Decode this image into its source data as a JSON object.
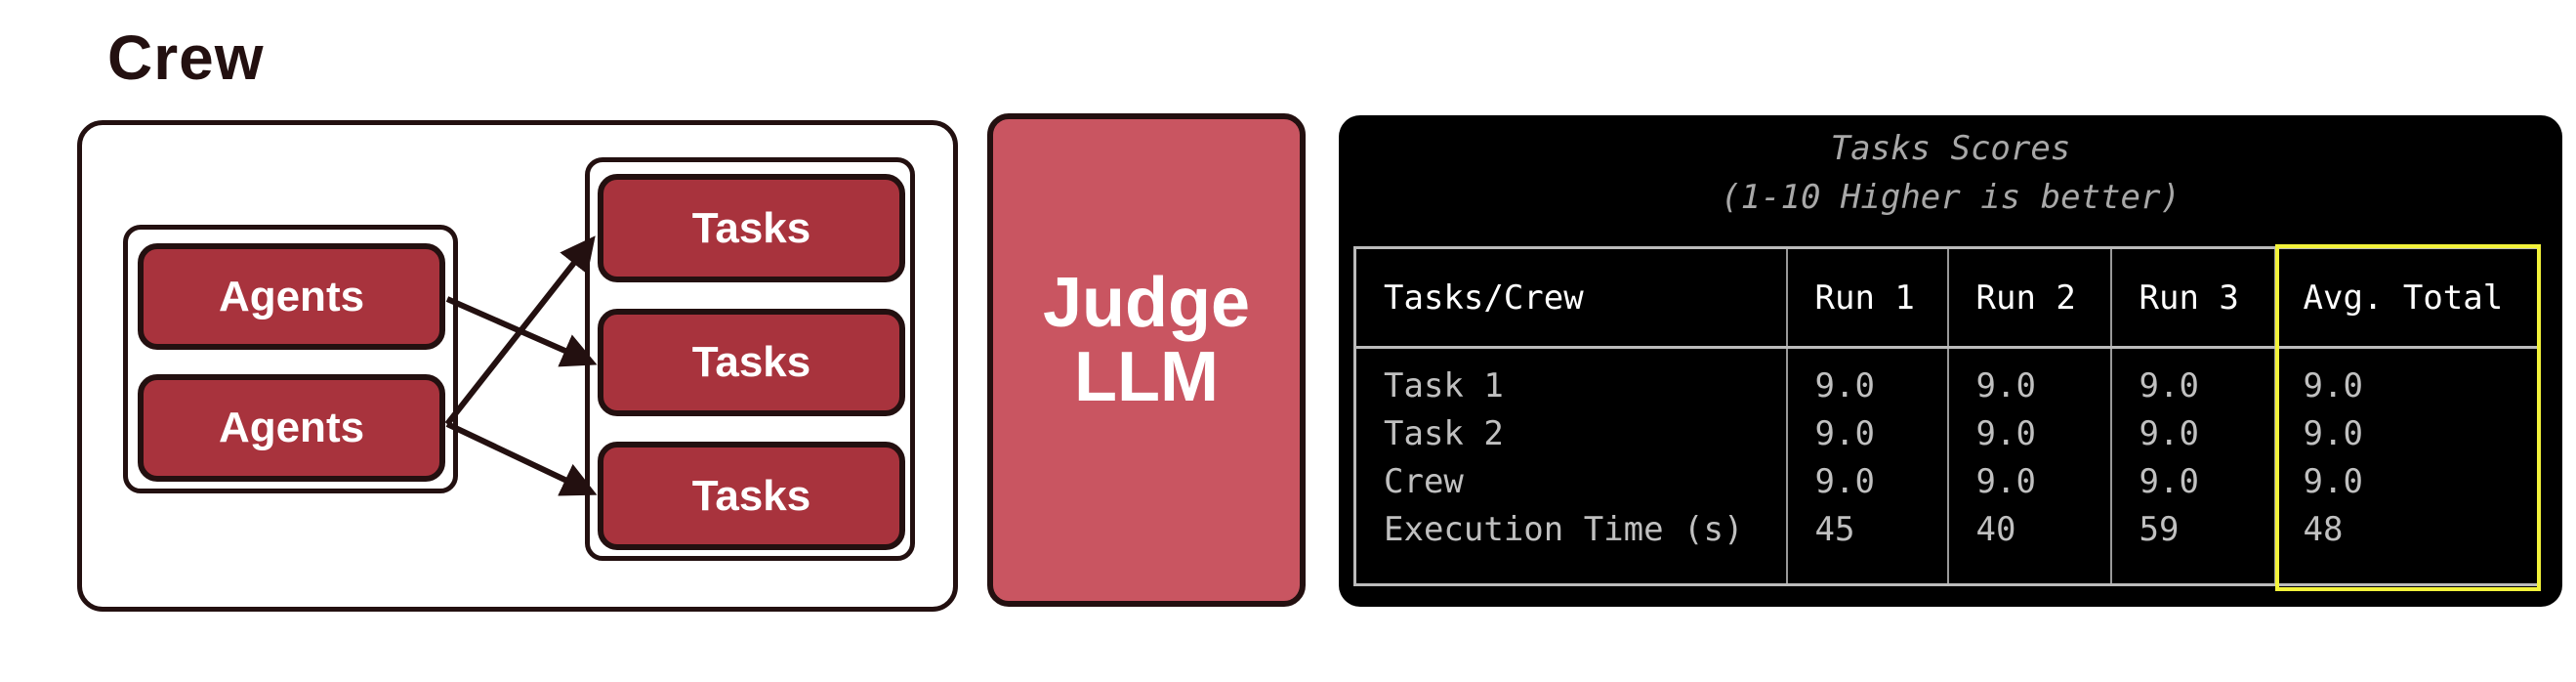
{
  "title": "Crew",
  "crew": {
    "agents": [
      "Agents",
      "Agents"
    ],
    "tasks": [
      "Tasks",
      "Tasks",
      "Tasks"
    ]
  },
  "judge": {
    "line1": "Judge",
    "line2": "LLM"
  },
  "scores": {
    "title": "Tasks Scores",
    "subtitle": "(1-10 Higher is better)",
    "headers": [
      "Tasks/Crew",
      "Run 1",
      "Run 2",
      "Run 3",
      "Avg. Total"
    ],
    "columns": [
      [
        "Task 1",
        "Task 2",
        "Crew",
        "Execution Time (s)"
      ],
      [
        "9.0",
        "9.0",
        "9.0",
        "45"
      ],
      [
        "9.0",
        "9.0",
        "9.0",
        "40"
      ],
      [
        "9.0",
        "9.0",
        "9.0",
        "59"
      ],
      [
        "9.0",
        "9.0",
        "9.0",
        "48"
      ]
    ],
    "highlight_column": "Avg. Total",
    "highlight_color": "#f2f23a"
  },
  "colors": {
    "task_red": "#a8333d",
    "judge_red": "#c95561",
    "outline": "#231010"
  }
}
